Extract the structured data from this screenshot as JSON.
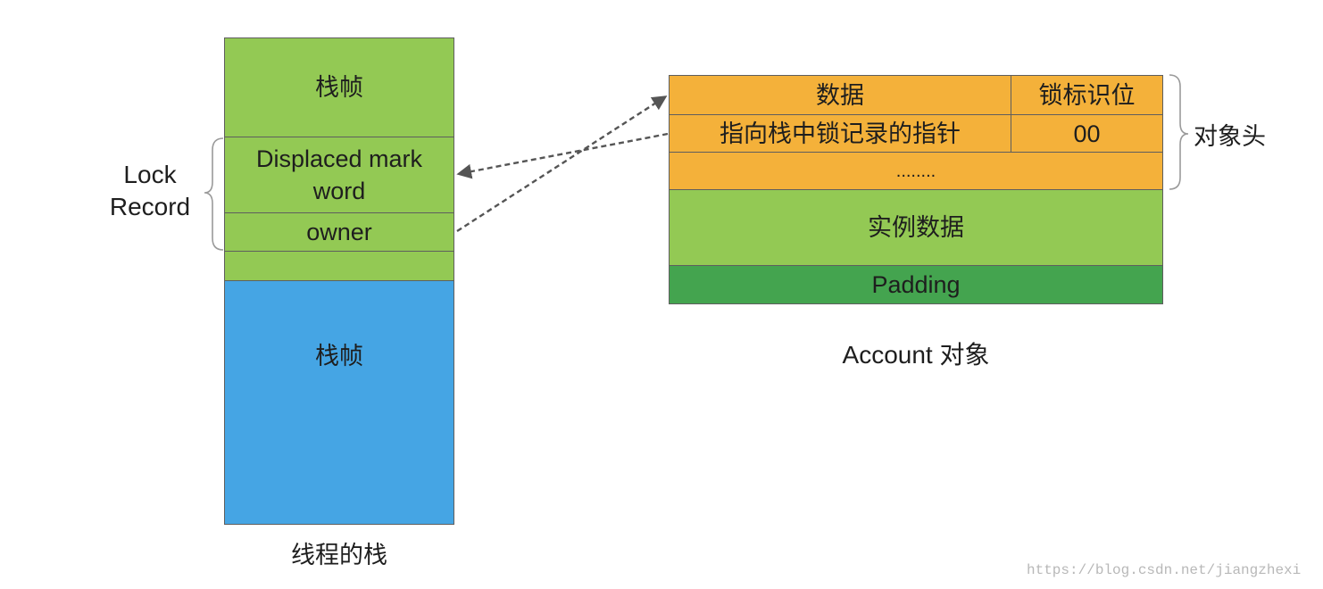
{
  "thread_stack": {
    "top_frame_label": "栈帧",
    "displaced_mark_word": "Displaced mark word",
    "owner": "owner",
    "bottom_frame_label": "栈帧",
    "caption": "线程的栈"
  },
  "lock_record_label": "Lock Record",
  "account_object": {
    "header": {
      "rows": [
        {
          "left": "数据",
          "right": "锁标识位"
        },
        {
          "left": "指向栈中锁记录的指针",
          "right": "00"
        },
        {
          "full": "........"
        }
      ],
      "label": "对象头"
    },
    "instance_data": "实例数据",
    "padding": "Padding",
    "caption": "Account 对象"
  },
  "watermark": "https://blog.csdn.net/jiangzhexi",
  "colors": {
    "stack_green": "#93c954",
    "stack_blue": "#45a5e4",
    "header_orange": "#f4b13a",
    "padding_green": "#44a44f",
    "arrow": "#555555",
    "brace": "#9a9a9a"
  }
}
